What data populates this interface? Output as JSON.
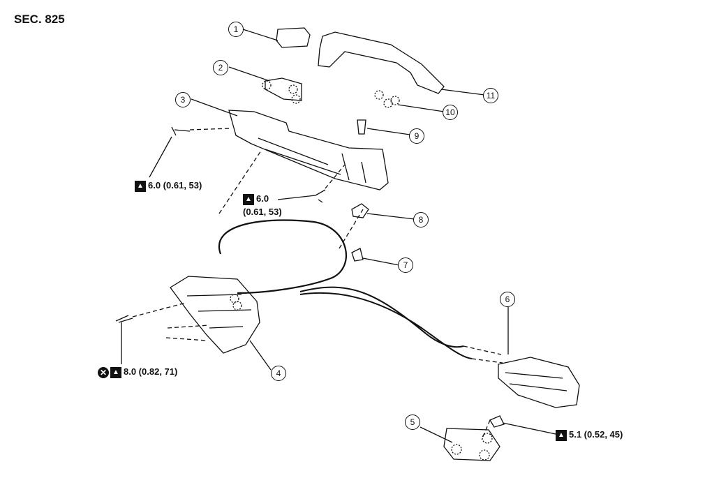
{
  "section_label": "SEC. 825",
  "callouts": [
    "1",
    "2",
    "3",
    "4",
    "5",
    "6",
    "7",
    "8",
    "9",
    "10",
    "11"
  ],
  "torque_specs": {
    "t1": "6.0 (0.61, 53)",
    "t2_line1": "6.0",
    "t2_line2": "(0.61, 53)",
    "t3": "8.0 (0.82, 71)",
    "t4": "5.1 (0.52, 45)"
  },
  "icons": {
    "torque": "wrench-torque-icon",
    "no_reuse": "do-not-reuse-icon"
  },
  "colors": {
    "line": "#111111",
    "background": "#ffffff"
  }
}
